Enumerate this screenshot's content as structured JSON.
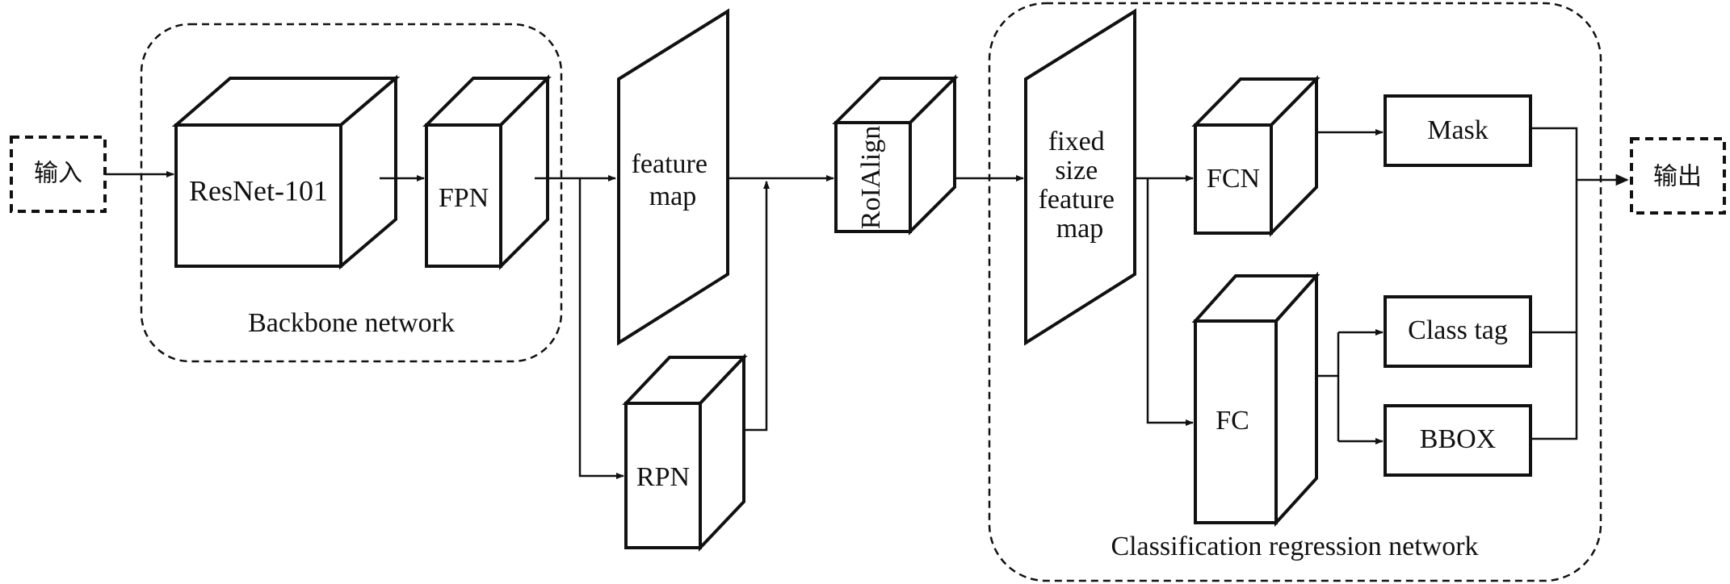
{
  "input_label": "输入",
  "output_label": "输出",
  "backbone": {
    "group_label": "Backbone network",
    "resnet_label": "ResNet-101",
    "fpn_label": "FPN"
  },
  "feature_map_label": [
    "feature",
    "map"
  ],
  "rpn_label": "RPN",
  "roialign_label": "RoIAlign",
  "classification": {
    "group_label": "Classification regression network",
    "fixed_map_label": [
      "fixed",
      "size",
      "feature",
      "map"
    ],
    "fcn_label": "FCN",
    "fc_label": "FC",
    "mask_label": "Mask",
    "class_tag_label": "Class tag",
    "bbox_label": "BBOX"
  }
}
